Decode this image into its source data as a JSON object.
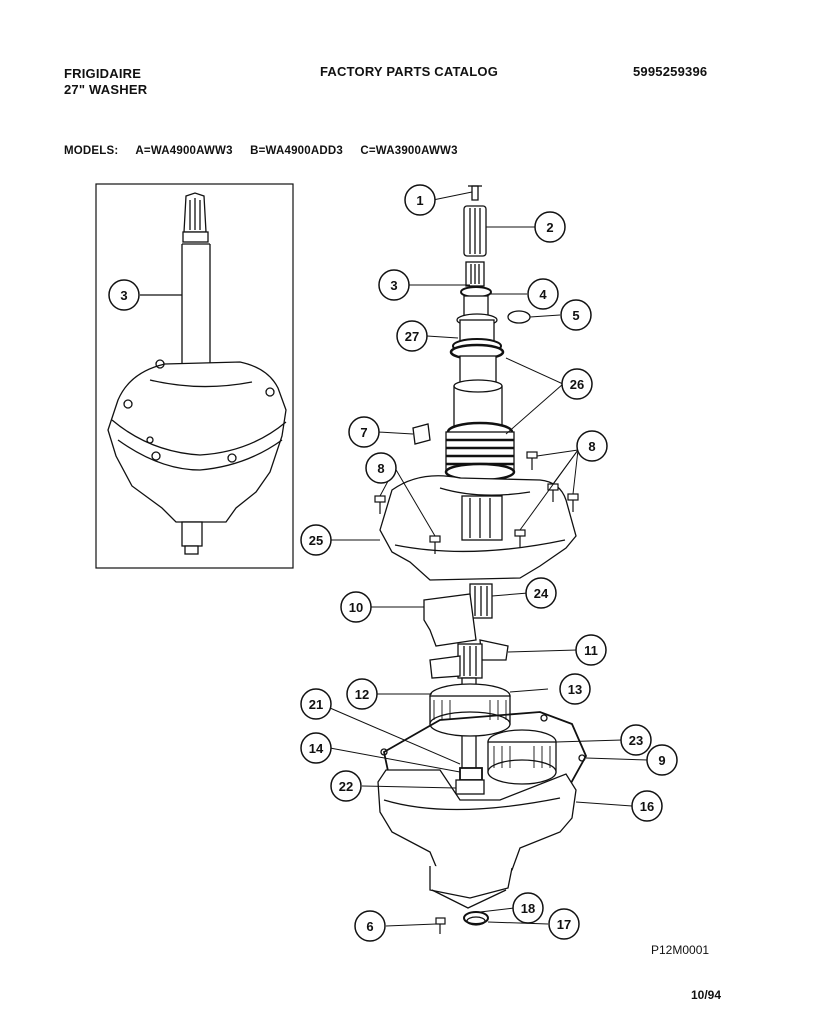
{
  "header": {
    "brand": "FRIGIDAIRE",
    "product": "27\" WASHER",
    "catalog_title": "FACTORY PARTS CATALOG",
    "part_number": "5995259396"
  },
  "models": {
    "label": "MODELS:",
    "a": "A=WA4900AWW3",
    "b": "B=WA4900ADD3",
    "c": "C=WA3900AWW3"
  },
  "callouts": [
    "1",
    "2",
    "3",
    "4",
    "5",
    "27",
    "26",
    "7",
    "8",
    "8",
    "25",
    "24",
    "10",
    "11",
    "12",
    "13",
    "21",
    "23",
    "9",
    "14",
    "22",
    "16",
    "18",
    "17",
    "6",
    "3"
  ],
  "footer": {
    "figure_code": "P12M0001",
    "date_code": "10/94"
  }
}
